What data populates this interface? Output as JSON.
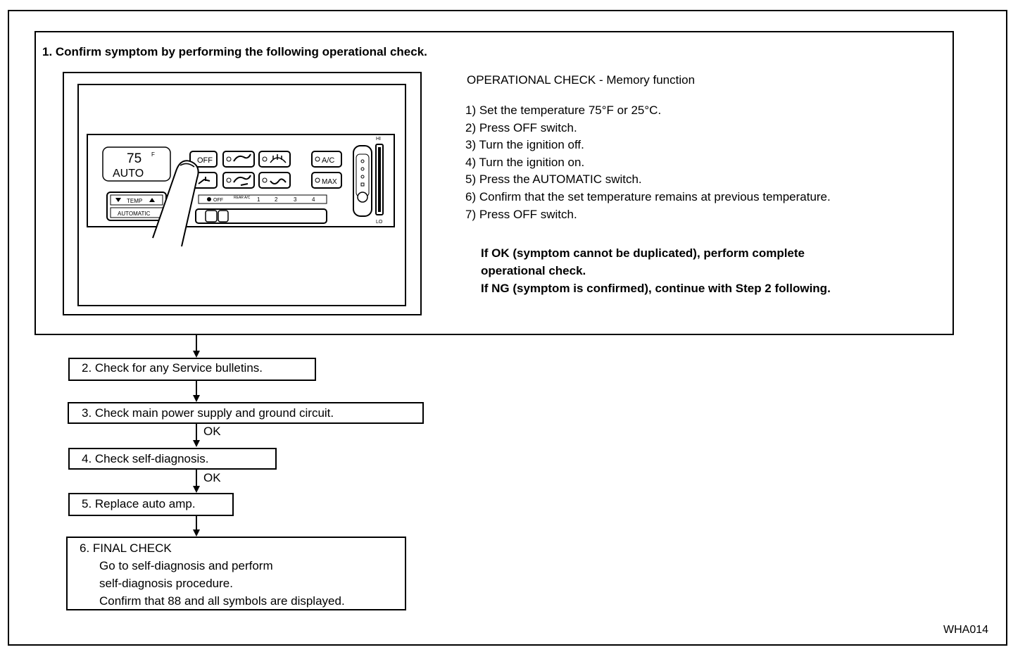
{
  "step1": {
    "title": "1.  Confirm symptom by performing the following operational check.",
    "panel": {
      "temp_value": "75",
      "temp_unit": "F",
      "mode": "AUTO",
      "buttons": [
        "OFF",
        "A/C",
        "MAX"
      ],
      "temp_label": "TEMP",
      "automatic_label": "AUTOMATIC",
      "fan_labels": [
        "OFF",
        "REAR A/C",
        "1",
        "2",
        "3",
        "4"
      ],
      "hi_label": "HI",
      "lo_label": "LO"
    },
    "operational_check": {
      "heading": "OPERATIONAL CHECK - Memory function",
      "steps": [
        "1) Set the temperature 75°F or 25°C.",
        "2) Press OFF switch.",
        "3) Turn the ignition off.",
        "4) Turn the ignition on.",
        "5) Press the AUTOMATIC switch.",
        "6) Confirm that the set temperature remains at previous temperature.",
        "7) Press OFF switch."
      ],
      "result_lines": [
        "If OK (symptom cannot be duplicated), perform complete",
        "operational check.",
        "If NG (symptom is confirmed), continue with Step 2 following."
      ]
    }
  },
  "steps": {
    "s2": "2.  Check for any Service bulletins.",
    "s3": "3.  Check main power supply and ground circuit.",
    "s4": "4.  Check self-diagnosis.",
    "s5": "5.  Replace auto amp.",
    "ok_label": "OK",
    "s6": {
      "title": "6.  FINAL CHECK",
      "lines": [
        "Go to self-diagnosis  and perform",
        "self-diagnosis procedure.",
        "Confirm that 88 and all symbols are displayed."
      ]
    }
  },
  "figure_id": "WHA014"
}
